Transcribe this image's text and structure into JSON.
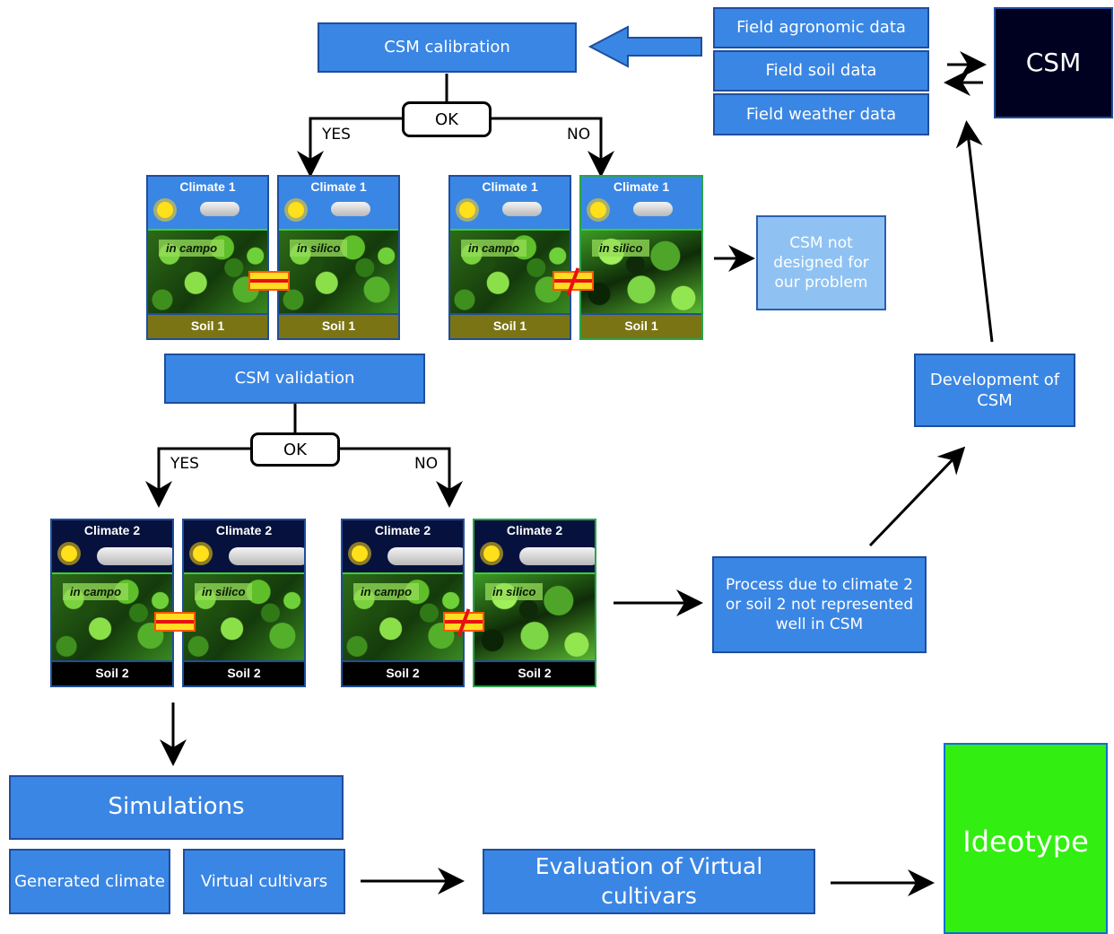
{
  "top": {
    "calibration": "CSM calibration",
    "field_agronomic": "Field agronomic data",
    "field_soil": "Field soil data",
    "field_weather": "Field weather data",
    "csm": "CSM",
    "ok": "OK",
    "yes": "YES",
    "no": "NO",
    "not_designed": "CSM not designed for our problem",
    "development": "Development of CSM"
  },
  "row1": [
    {
      "climate": "Climate 1",
      "tag": "in campo",
      "soil": "Soil 1"
    },
    {
      "climate": "Climate 1",
      "tag": "in silico",
      "soil": "Soil 1"
    },
    {
      "climate": "Climate 1",
      "tag": "in campo",
      "soil": "Soil 1"
    },
    {
      "climate": "Climate 1",
      "tag": "in silico",
      "soil": "Soil 1"
    }
  ],
  "middle": {
    "validation": "CSM validation",
    "ok": "OK",
    "yes": "YES",
    "no": "NO",
    "process_note": "Process due to climate 2 or soil 2 not represented well in CSM"
  },
  "row2": [
    {
      "climate": "Climate 2",
      "tag": "in campo",
      "soil": "Soil 2"
    },
    {
      "climate": "Climate 2",
      "tag": "in silico",
      "soil": "Soil 2"
    },
    {
      "climate": "Climate 2",
      "tag": "in campo",
      "soil": "Soil 2"
    },
    {
      "climate": "Climate 2",
      "tag": "in silico",
      "soil": "Soil 2"
    }
  ],
  "bottom": {
    "simulations": "Simulations",
    "generated_climate": "Generated climate",
    "virtual_cultivars": "Virtual cultivars",
    "evaluation": "Evaluation of Virtual cultivars",
    "ideotype": "Ideotype"
  },
  "colors": {
    "box_blue": "#3a86e4",
    "light_blue": "#8fc2f2",
    "csm_dark": "#000020",
    "ideotype_green": "#33ee11",
    "soil1_olive": "#7a7414"
  }
}
